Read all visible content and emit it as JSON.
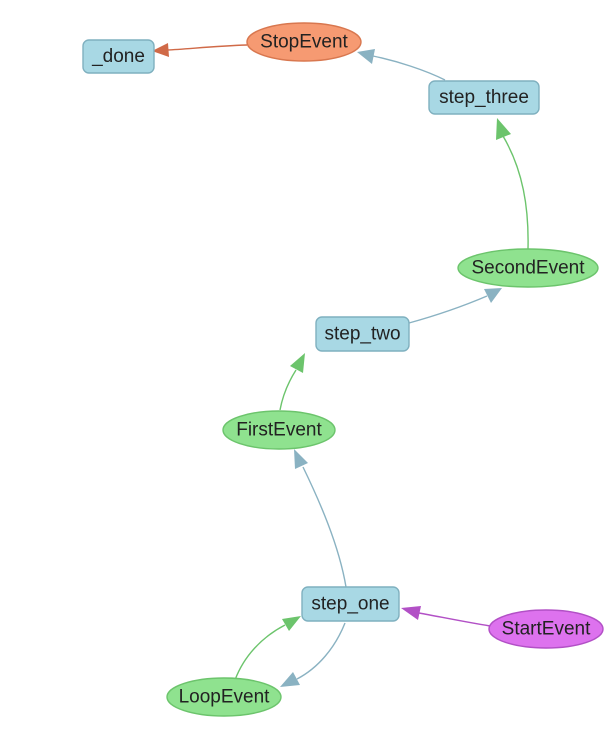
{
  "colors": {
    "step_fill": "#a8d8e4",
    "step_stroke": "#7fb0bf",
    "event_fill": "#8fe28f",
    "event_stroke": "#6cc46c",
    "start_fill": "#dd72ee",
    "start_stroke": "#b250c6",
    "stop_fill": "#f69a72",
    "stop_stroke": "#d8774f",
    "edge_blue": "#8ab2c2",
    "edge_green": "#6cc46c",
    "edge_purple": "#b250c6",
    "edge_orange": "#d06a48"
  },
  "nodes": {
    "done": {
      "label": "_done",
      "kind": "step"
    },
    "stop_event": {
      "label": "StopEvent",
      "kind": "stop"
    },
    "step_three": {
      "label": "step_three",
      "kind": "step"
    },
    "second_event": {
      "label": "SecondEvent",
      "kind": "event"
    },
    "step_two": {
      "label": "step_two",
      "kind": "step"
    },
    "first_event": {
      "label": "FirstEvent",
      "kind": "event"
    },
    "step_one": {
      "label": "step_one",
      "kind": "step"
    },
    "start_event": {
      "label": "StartEvent",
      "kind": "start"
    },
    "loop_event": {
      "label": "LoopEvent",
      "kind": "event"
    }
  },
  "edges": [
    {
      "from": "stop_event",
      "to": "done",
      "color": "edge_orange"
    },
    {
      "from": "step_three",
      "to": "stop_event",
      "color": "edge_blue"
    },
    {
      "from": "second_event",
      "to": "step_three",
      "color": "edge_green"
    },
    {
      "from": "step_two",
      "to": "second_event",
      "color": "edge_blue"
    },
    {
      "from": "first_event",
      "to": "step_two",
      "color": "edge_green"
    },
    {
      "from": "step_one",
      "to": "first_event",
      "color": "edge_blue"
    },
    {
      "from": "start_event",
      "to": "step_one",
      "color": "edge_purple"
    },
    {
      "from": "loop_event",
      "to": "step_one",
      "color": "edge_green"
    },
    {
      "from": "step_one",
      "to": "loop_event",
      "color": "edge_blue"
    }
  ]
}
